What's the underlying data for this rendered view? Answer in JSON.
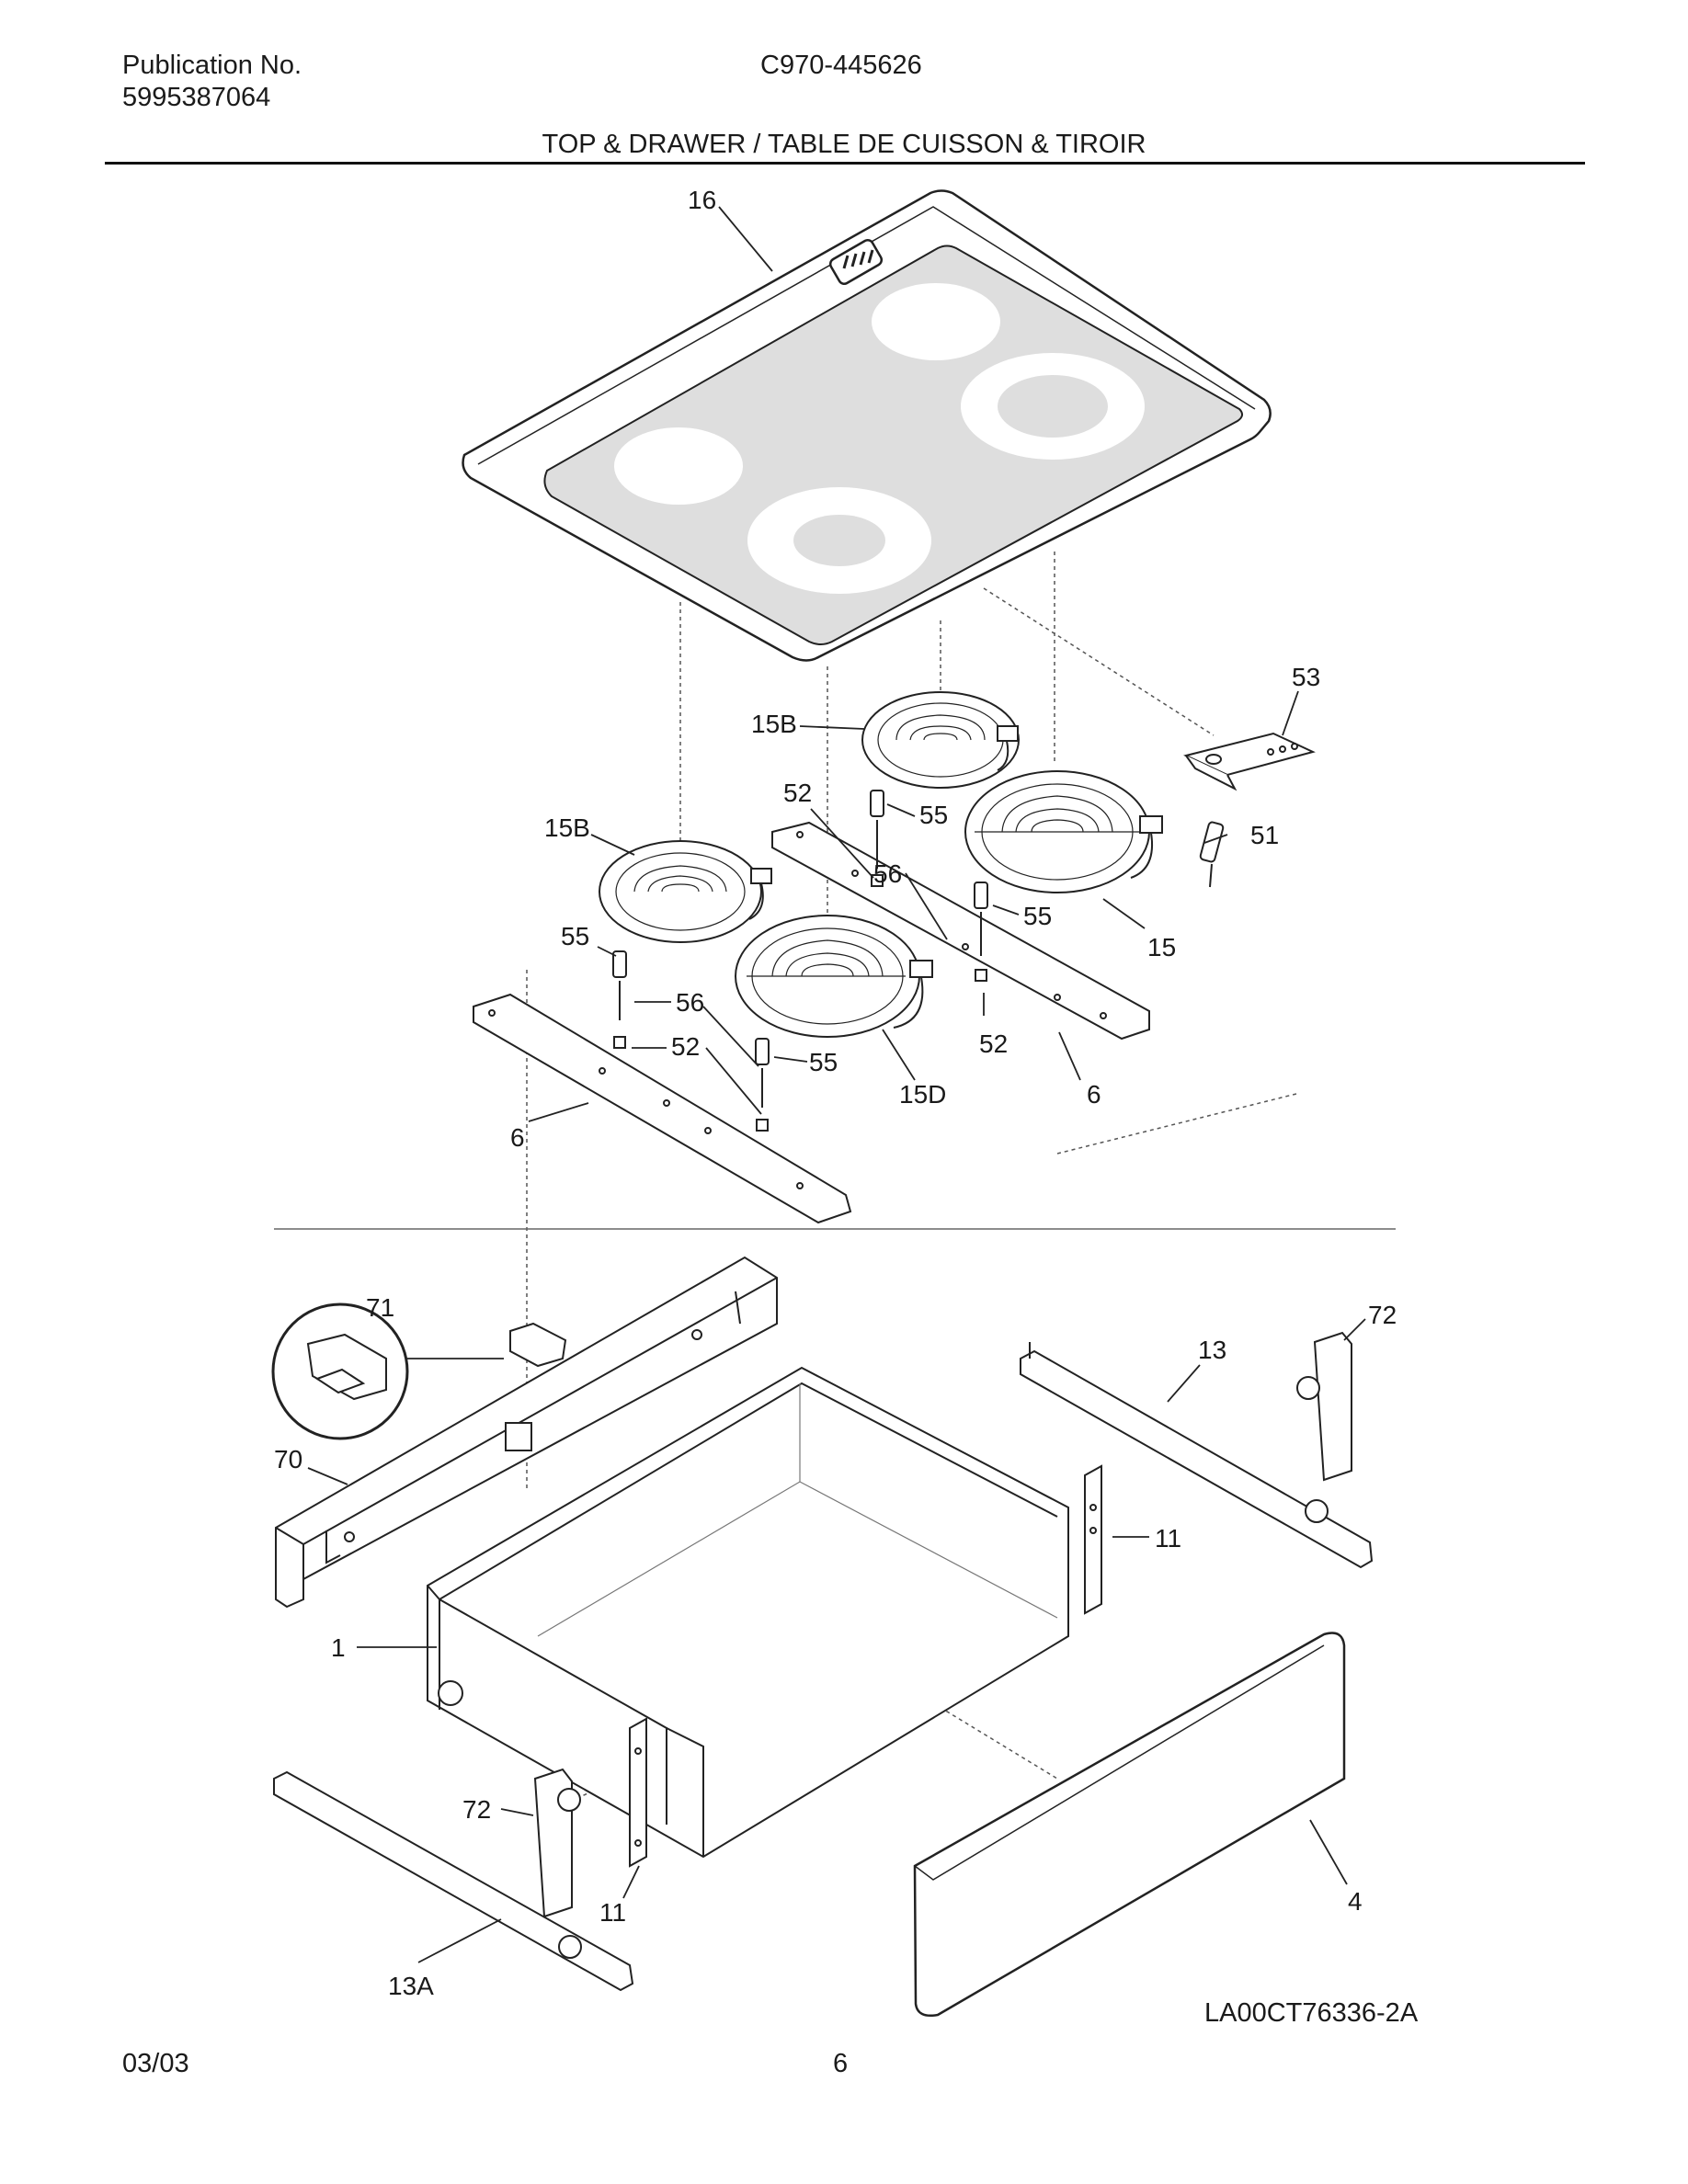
{
  "header": {
    "publication_label": "Publication No.",
    "publication_number": "5995387064",
    "model_code": "C970-445626",
    "title": "TOP & DRAWER / TABLE DE CUISSON & TIROIR"
  },
  "callouts": {
    "c16": "16",
    "c53": "53",
    "c15B_top": "15B",
    "c55_a": "55",
    "c52_a": "52",
    "c51": "51",
    "c15B_left": "15B",
    "c56_a": "56",
    "c55_b": "55",
    "c15": "15",
    "c55_c": "55",
    "c56_b": "56",
    "c52_b": "52",
    "c52_c": "52",
    "c55_d": "55",
    "c15D": "15D",
    "c6_right": "6",
    "c6_left": "6",
    "c71": "71",
    "c72_right": "72",
    "c13": "13",
    "c70": "70",
    "c11_right": "11",
    "c1": "1",
    "c72_left": "72",
    "c11_left": "11",
    "c4": "4",
    "c13A": "13A"
  },
  "footer": {
    "date": "03/03",
    "page_number": "6",
    "drawing_ref": "LA00CT76336-2A"
  }
}
